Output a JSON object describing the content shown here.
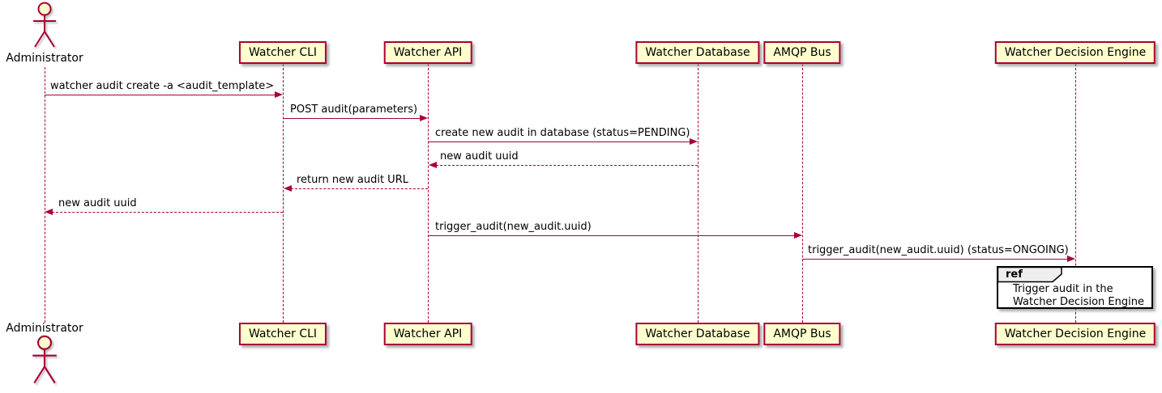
{
  "diagram": {
    "type": "plantuml-sequence",
    "colors": {
      "participant_fill": "#FEFECE",
      "participant_border": "#A80036",
      "lifeline": "#A80036",
      "arrow": "#A80036",
      "actor": "#A80036",
      "ref_border": "#000000",
      "ref_header_fill": "#EEEEEE",
      "ref_body_fill": "#FFFFFF"
    },
    "actor": {
      "label": "Administrator"
    },
    "participants": [
      {
        "label": "Watcher CLI"
      },
      {
        "label": "Watcher API"
      },
      {
        "label": "Watcher Database"
      },
      {
        "label": "AMQP Bus"
      },
      {
        "label": "Watcher Decision Engine"
      }
    ],
    "messages": [
      {
        "text": "watcher audit create -a <audit_template>",
        "from": "Administrator",
        "to": "Watcher CLI",
        "style": "solid"
      },
      {
        "text": "POST audit(parameters)",
        "from": "Watcher CLI",
        "to": "Watcher API",
        "style": "solid"
      },
      {
        "text": "create new audit in database (status=PENDING)",
        "from": "Watcher API",
        "to": "Watcher Database",
        "style": "solid"
      },
      {
        "text": "new audit uuid",
        "from": "Watcher Database",
        "to": "Watcher API",
        "style": "dashed"
      },
      {
        "text": "return new audit URL",
        "from": "Watcher API",
        "to": "Watcher CLI",
        "style": "dashed"
      },
      {
        "text": "new audit uuid",
        "from": "Watcher CLI",
        "to": "Administrator",
        "style": "dashed"
      },
      {
        "text": "trigger_audit(new_audit.uuid)",
        "from": "Watcher API",
        "to": "AMQP Bus",
        "style": "solid"
      },
      {
        "text": "trigger_audit(new_audit.uuid) (status=ONGOING)",
        "from": "AMQP Bus",
        "to": "Watcher Decision Engine",
        "style": "solid"
      }
    ],
    "ref": {
      "keyword": "ref",
      "lines": [
        "Trigger audit in the",
        "Watcher Decision Engine"
      ]
    }
  }
}
